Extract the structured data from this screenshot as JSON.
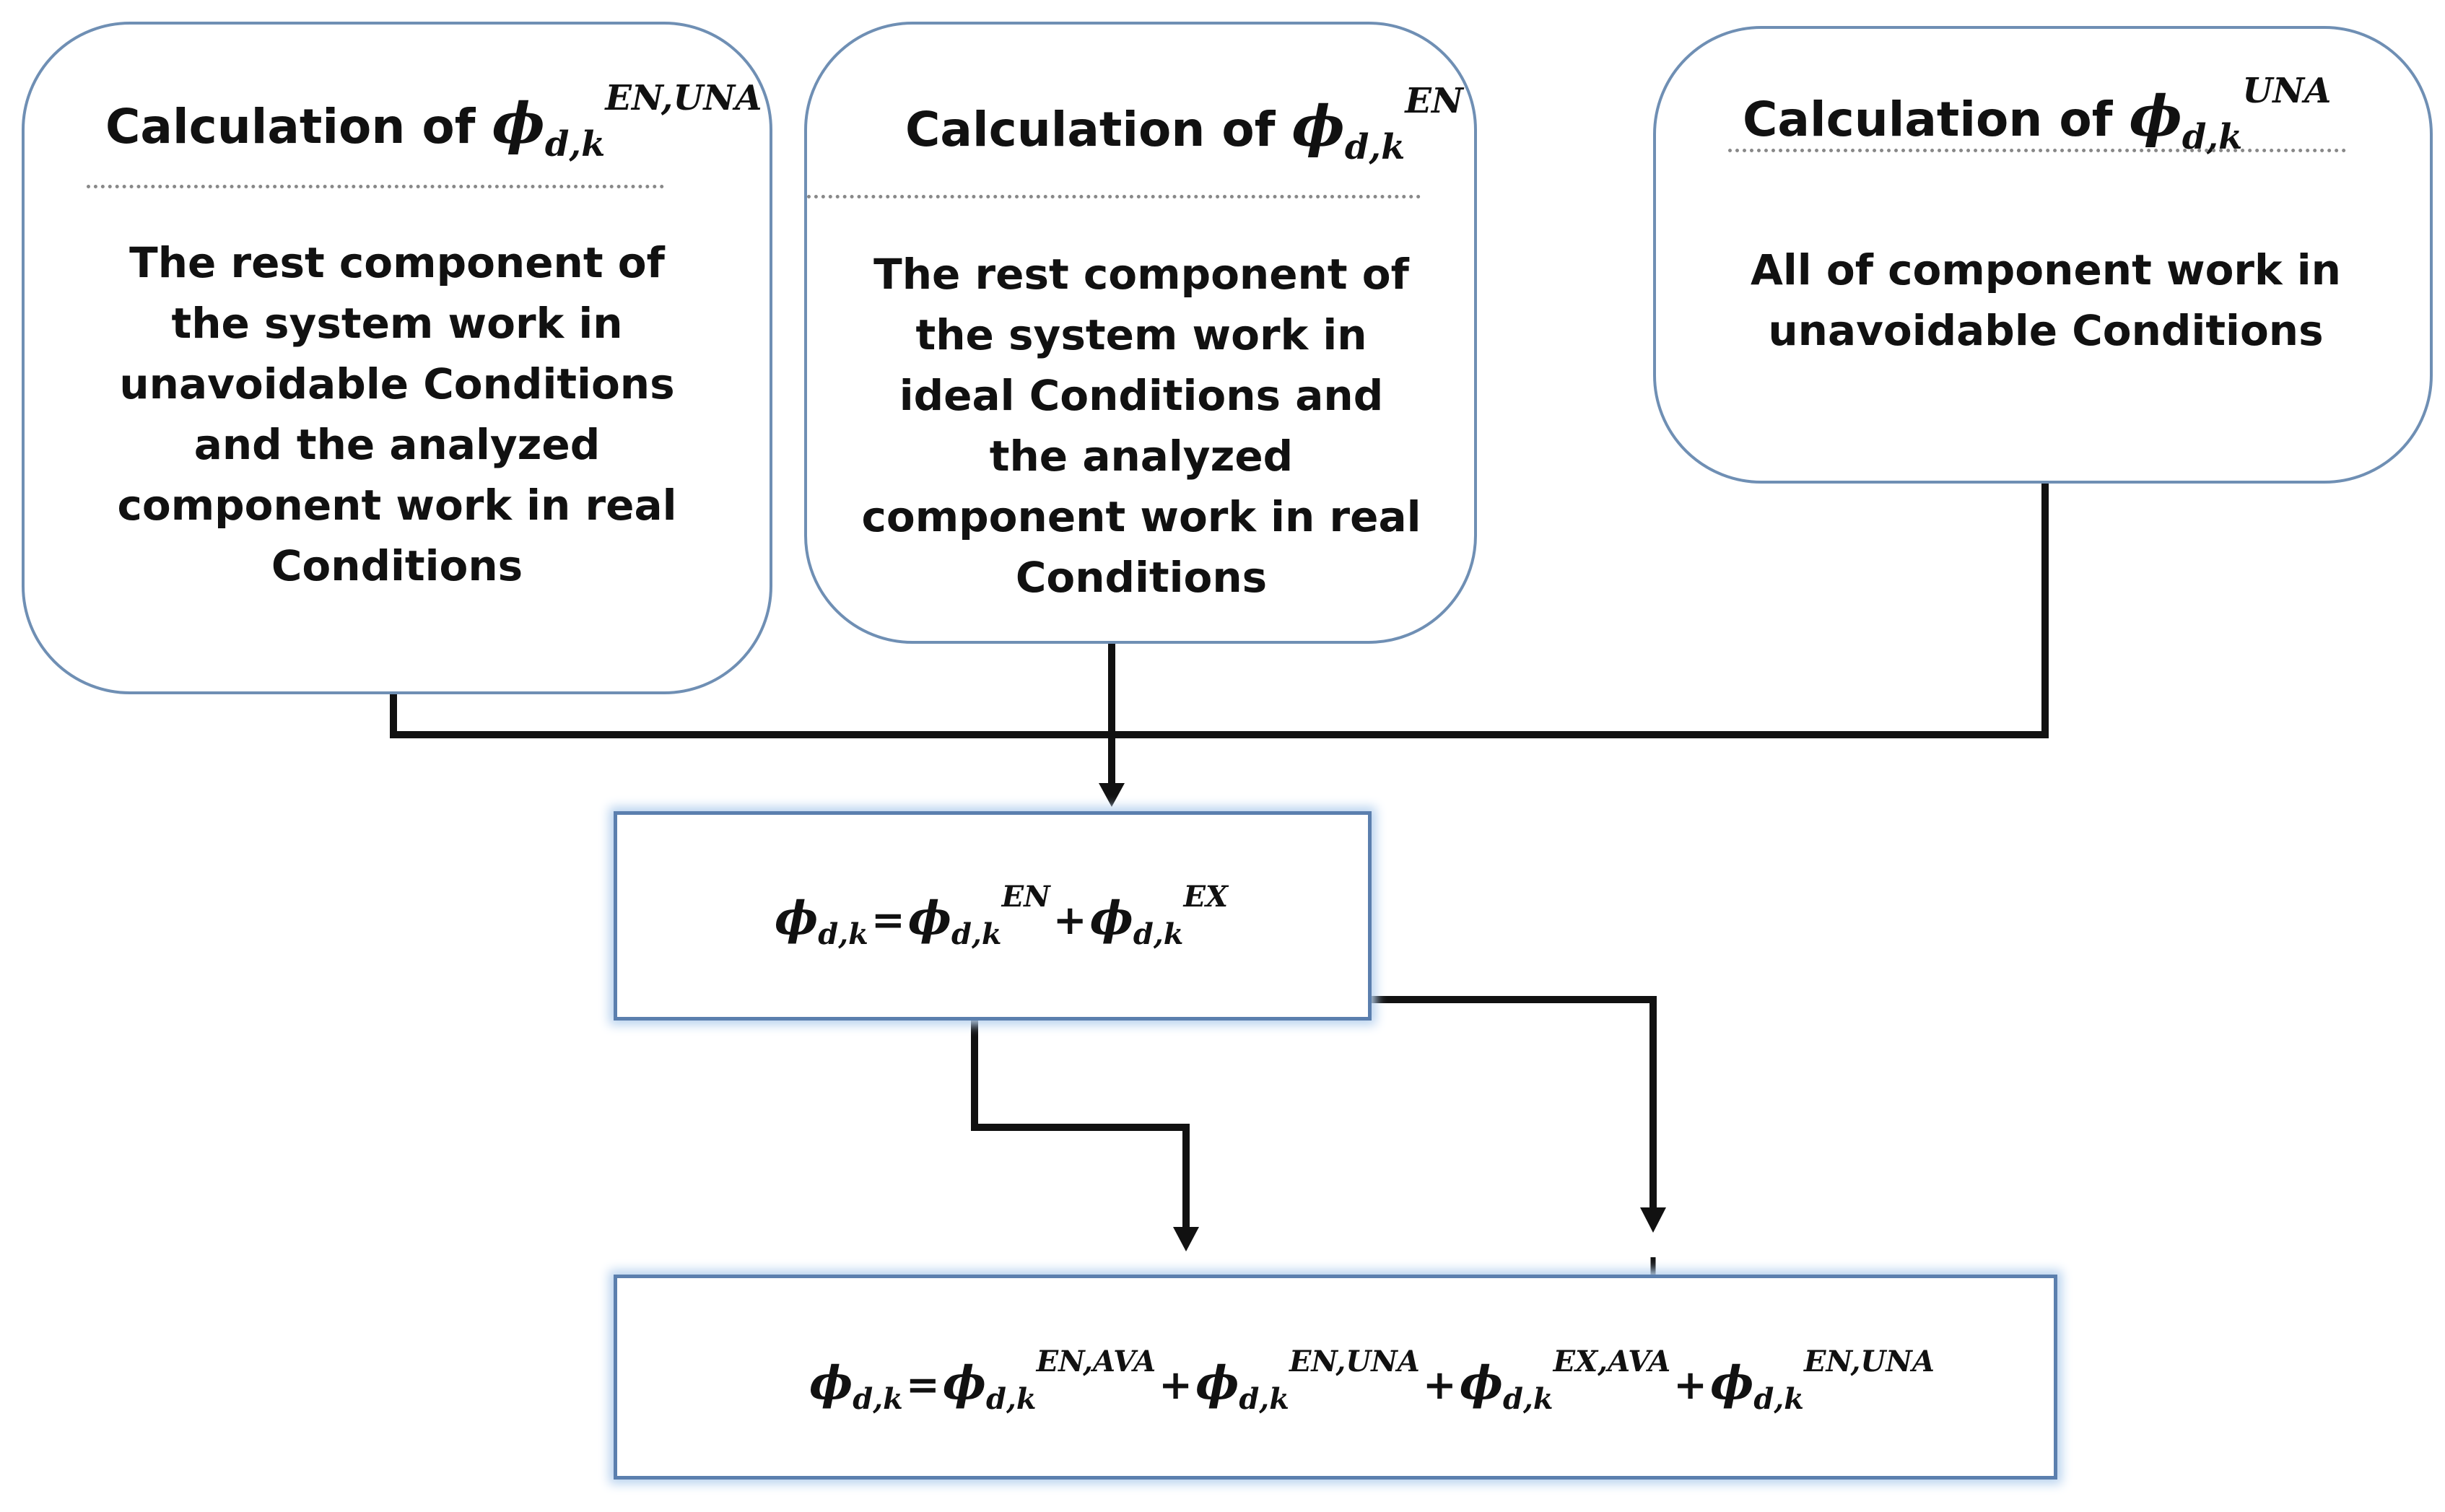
{
  "boxes": [
    {
      "title_prefix": "Calculation of ",
      "phi": "ϕ",
      "sub": "d,k",
      "sup": "EN,UNA",
      "lines": [
        "The rest component of",
        "the system work in",
        "unavoidable Conditions",
        "and the analyzed",
        "component work in real",
        "Conditions"
      ]
    },
    {
      "title_prefix": "Calculation of ",
      "phi": "ϕ",
      "sub": "d,k",
      "sup": "EN",
      "lines": [
        "The rest component of",
        "the system work in",
        "ideal Conditions and",
        "the analyzed",
        "component work in real",
        "Conditions"
      ]
    },
    {
      "title_prefix": "Calculation of ",
      "phi": "ϕ",
      "sub": "d,k",
      "sup": "UNA",
      "lines": [
        "All of component work in",
        "unavoidable Conditions"
      ]
    }
  ],
  "eq1": {
    "phi": "ϕ",
    "sub": "d,k",
    "eq": "=",
    "plus": "+",
    "term1_sup": "EN",
    "term2_sup": "EX"
  },
  "eq2": {
    "phi": "ϕ",
    "sub": "d,k",
    "eq": "=",
    "plus": "+",
    "term1_sup": "EN,AVA",
    "term2_sup": "EN,UNA",
    "term3_sup": "EX,AVA",
    "term4_sup": "EN,UNA"
  }
}
